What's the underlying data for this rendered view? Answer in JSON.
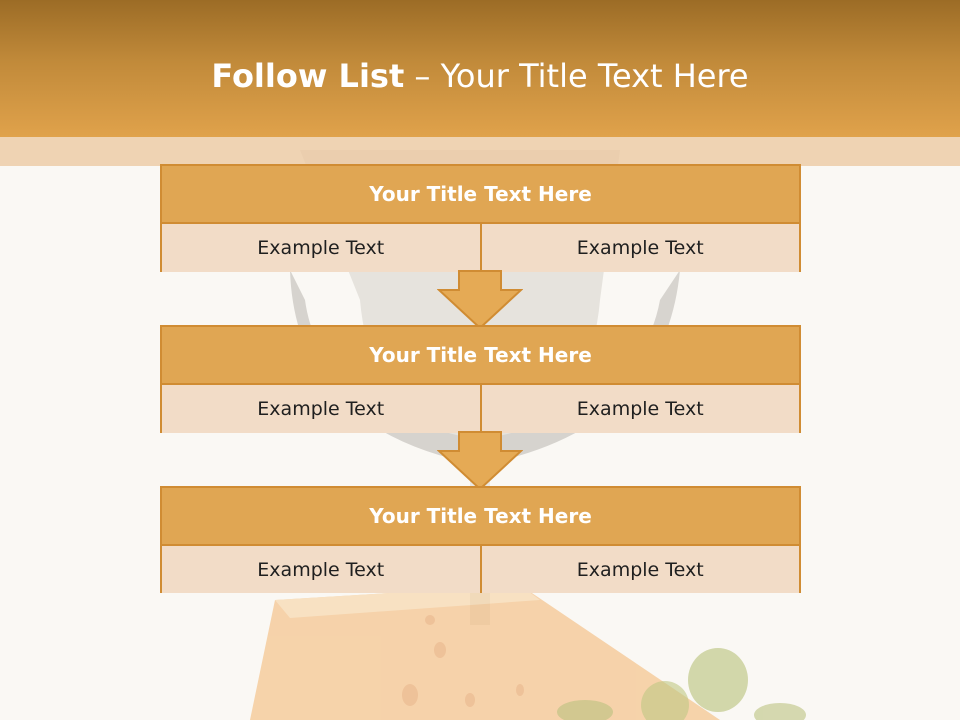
{
  "slide": {
    "title_bold": "Follow List",
    "title_rest": " – Your Title Text Here"
  },
  "blocks": [
    {
      "title": "Your Title Text Here",
      "cells": [
        "Example Text",
        "Example Text"
      ]
    },
    {
      "title": "Your Title Text Here",
      "cells": [
        "Example Text",
        "Example Text"
      ]
    },
    {
      "title": "Your Title Text Here",
      "cells": [
        "Example Text",
        "Example Text"
      ]
    }
  ],
  "colors": {
    "header_dark": "#9c6c26",
    "header_light": "#e0a24b",
    "block_title_bg": "#e0a653",
    "block_cell_bg": "#f2dcc7",
    "border": "#d08c33",
    "arrow_fill": "#e5aa55"
  }
}
